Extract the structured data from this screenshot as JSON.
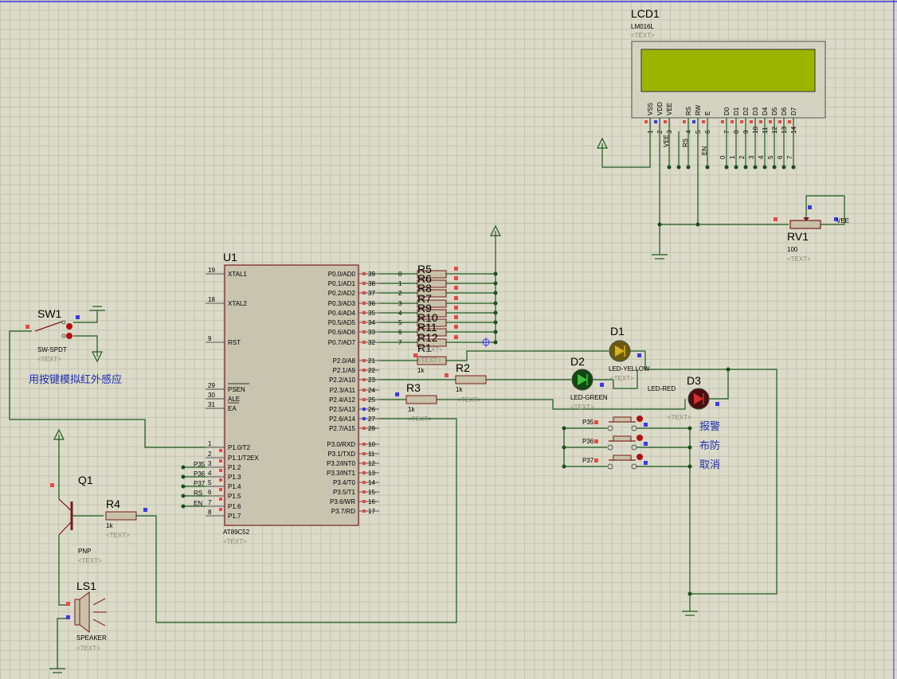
{
  "lcd": {
    "ref": "LCD1",
    "part": "LM016L",
    "text": "<TEXT>",
    "pin_names": [
      "VSS",
      "VDD",
      "VEE",
      "RS",
      "RW",
      "E",
      "D0",
      "D1",
      "D2",
      "D3",
      "D4",
      "D5",
      "D6",
      "D7"
    ],
    "pin_nums": [
      "1",
      "2",
      "3",
      "4",
      "5",
      "6",
      "7",
      "8",
      "9",
      "10",
      "11",
      "12",
      "13",
      "14"
    ],
    "net_vee": "VEE",
    "net_rs": "RS",
    "net_en": "EN",
    "bus": [
      "0",
      "1",
      "2",
      "3",
      "4",
      "5",
      "6",
      "7"
    ]
  },
  "rv1": {
    "ref": "RV1",
    "value": "100",
    "text": "<TEXT>",
    "net": "VEE"
  },
  "u1": {
    "ref": "U1",
    "part": "AT89C52",
    "text": "<TEXT>",
    "left": [
      {
        "num": "19",
        "name": "XTAL1"
      },
      {
        "num": "18",
        "name": "XTAL2"
      },
      {
        "num": "9",
        "name": "RST"
      },
      {
        "num": "29",
        "name": "PSEN"
      },
      {
        "num": "30",
        "name": "ALE"
      },
      {
        "num": "31",
        "name": "EA"
      },
      {
        "num": "1",
        "name": "P1.0/T2"
      },
      {
        "num": "2",
        "name": "P1.1/T2EX"
      },
      {
        "num": "3",
        "name": "P1.2"
      },
      {
        "num": "4",
        "name": "P1.3"
      },
      {
        "num": "5",
        "name": "P1.4"
      },
      {
        "num": "6",
        "name": "P1.5"
      },
      {
        "num": "7",
        "name": "P1.6"
      },
      {
        "num": "8",
        "name": "P1.7"
      }
    ],
    "left_nets": [
      "P35",
      "P36",
      "P37",
      "RS",
      "EN"
    ],
    "right": [
      {
        "num": "39",
        "name": "P0.0/AD0"
      },
      {
        "num": "38",
        "name": "P0.1/AD1"
      },
      {
        "num": "37",
        "name": "P0.2/AD2"
      },
      {
        "num": "36",
        "name": "P0.3/AD3"
      },
      {
        "num": "35",
        "name": "P0.4/AD4"
      },
      {
        "num": "34",
        "name": "P0.5/AD5"
      },
      {
        "num": "33",
        "name": "P0.6/AD6"
      },
      {
        "num": "32",
        "name": "P0.7/AD7"
      },
      {
        "num": "21",
        "name": "P2.0/A8"
      },
      {
        "num": "22",
        "name": "P2.1/A9"
      },
      {
        "num": "23",
        "name": "P2.2/A10"
      },
      {
        "num": "24",
        "name": "P2.3/A11"
      },
      {
        "num": "25",
        "name": "P2.4/A12"
      },
      {
        "num": "26",
        "name": "P2.5/A13"
      },
      {
        "num": "27",
        "name": "P2.6/A14"
      },
      {
        "num": "28",
        "name": "P2.7/A15"
      },
      {
        "num": "10",
        "name": "P3.0/RXD"
      },
      {
        "num": "11",
        "name": "P3.1/TXD"
      },
      {
        "num": "12",
        "name": "P3.2/INT0"
      },
      {
        "num": "13",
        "name": "P3.3/INT1"
      },
      {
        "num": "14",
        "name": "P3.4/T0"
      },
      {
        "num": "15",
        "name": "P3.5/T1"
      },
      {
        "num": "16",
        "name": "P3.6/WR"
      },
      {
        "num": "17",
        "name": "P3.7/RD"
      }
    ],
    "bus_nets": [
      "0",
      "1",
      "2",
      "3",
      "4",
      "5",
      "6",
      "7"
    ]
  },
  "rpack": {
    "refs": [
      "R5",
      "R6",
      "R8",
      "R7",
      "R9",
      "R10",
      "R11",
      "R12"
    ],
    "r1": "R1",
    "text": "<TEXT>",
    "value": "1k"
  },
  "r2": {
    "ref": "R2",
    "value": "1k",
    "text": "<TEXT>"
  },
  "r3": {
    "ref": "R3",
    "value": "1k",
    "text": "<TEXT>"
  },
  "r4": {
    "ref": "R4",
    "value": "1k",
    "text": "<TEXT>"
  },
  "d1": {
    "ref": "D1",
    "part": "LED-YELLOW",
    "text": "<TEXT>"
  },
  "d2": {
    "ref": "D2",
    "part": "LED-GREEN",
    "text": "<TEXT>"
  },
  "d3": {
    "ref": "D3",
    "part": "LED-RED",
    "text": "<TEXT>"
  },
  "sw1": {
    "ref": "SW1",
    "part": "SW-SPDT",
    "text": "<TEXT>",
    "note": "用按键模拟红外感应"
  },
  "q1": {
    "ref": "Q1",
    "part": "PNP",
    "text": "<TEXT>"
  },
  "ls1": {
    "ref": "LS1",
    "part": "SPEAKER",
    "text": "<TEXT>"
  },
  "buttons": [
    {
      "net": "P35",
      "label": "报警"
    },
    {
      "net": "P36",
      "label": "布防"
    },
    {
      "net": "P37",
      "label": "取消"
    }
  ]
}
